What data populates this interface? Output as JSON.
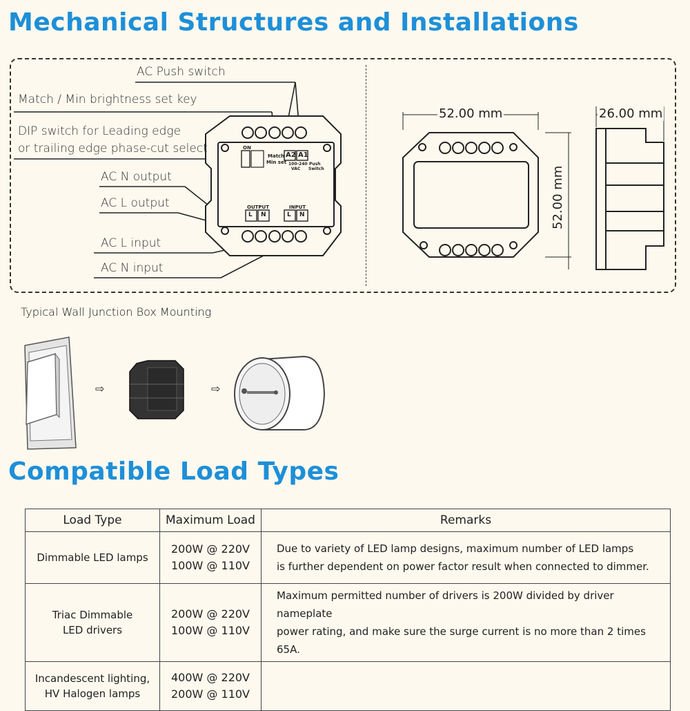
{
  "titles": {
    "mechanical": "Mechanical Structures and Installations",
    "compatible": "Compatible Load Types"
  },
  "callouts": {
    "ac_push_switch": "AC Push switch",
    "match_key": "Match / Min brightness set key",
    "dip_line1": "DIP switch for Leading edge",
    "dip_line2": "or trailing edge phase-cut select",
    "ac_n_output": "AC N output",
    "ac_l_output": "AC L output",
    "ac_l_input": "AC L input",
    "ac_n_input": "AC N input"
  },
  "device_labels": {
    "output": "OUTPUT",
    "input": "INPUT",
    "l": "L",
    "n": "N",
    "a2": "A2",
    "a1": "A1",
    "on": "ON",
    "match": "Match",
    "min_set": "Min set",
    "voltage": "100-240",
    "vac": "VAC",
    "push": "Push",
    "switch": "Switch"
  },
  "dimensions": {
    "width": "52.00 mm",
    "height": "52.00 mm",
    "depth": "26.00 mm"
  },
  "mounting_caption": "Typical Wall Junction Box Mounting",
  "table": {
    "headers": [
      "Load Type",
      "Maximum Load",
      "Remarks"
    ],
    "rows": [
      {
        "type": [
          "Dimmable LED lamps"
        ],
        "load": [
          "200W @ 220V",
          "100W @ 110V"
        ],
        "remarks": [
          "Due to variety of LED lamp designs, maximum number of LED lamps",
          "is further dependent on power factor result when connected to dimmer."
        ]
      },
      {
        "type": [
          "Triac Dimmable",
          "LED drivers"
        ],
        "load": [
          "200W @ 220V",
          "100W @ 110V"
        ],
        "remarks": [
          "Maximum permitted number of drivers is 200W divided by driver nameplate",
          "power rating, and make sure the surge current is no more than 2 times 65A."
        ]
      },
      {
        "type": [
          "Incandescent lighting,",
          "HV Halogen lamps"
        ],
        "load": [
          "400W @ 220V",
          "200W @ 110V"
        ],
        "remarks": []
      }
    ]
  }
}
